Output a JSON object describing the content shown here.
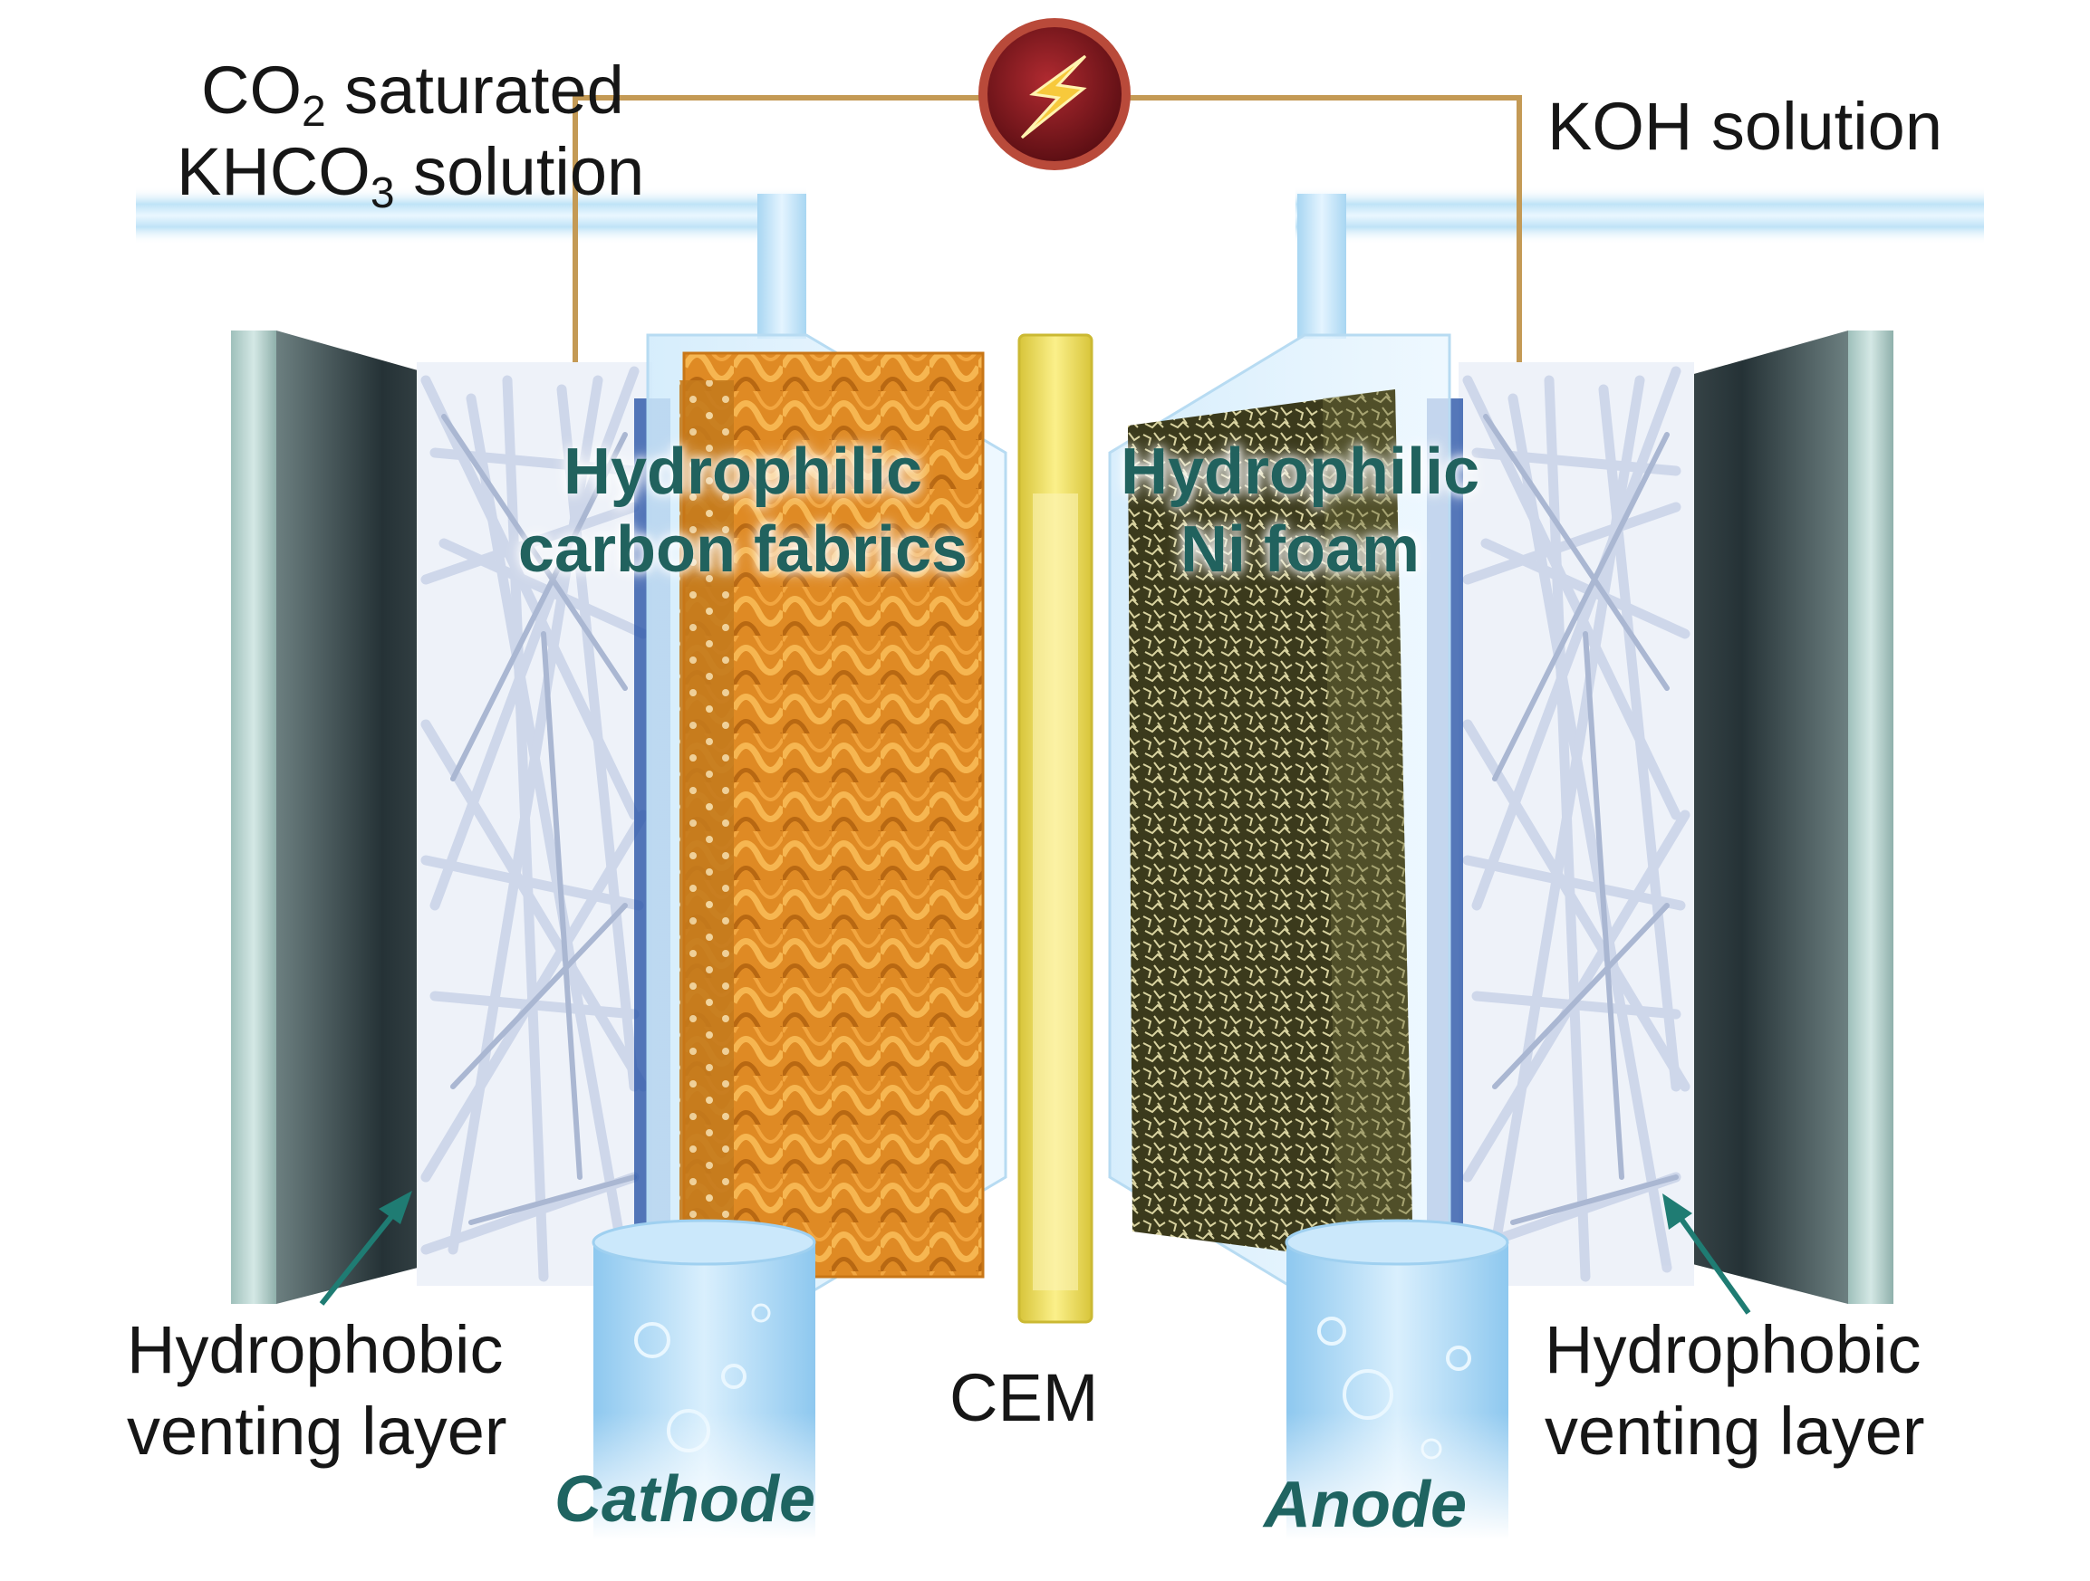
{
  "labels": {
    "co2_line1_prefix": "CO",
    "co2_line1_sub": "2",
    "co2_line1_suffix": " saturated",
    "co2_line2_prefix": "KHCO",
    "co2_line2_sub": "3",
    "co2_line2_suffix": " solution",
    "koh": "KOH solution",
    "cathode_material_line1": "Hydrophilic",
    "cathode_material_line2": "carbon fabrics",
    "anode_material_line1": "Hydrophilic",
    "anode_material_line2": "Ni foam",
    "left_layer_line1": "Hydrophobic",
    "left_layer_line2": "venting layer",
    "right_layer_line1": "Hydrophobic",
    "right_layer_line2": "venting layer",
    "membrane": "CEM",
    "cathode": "Cathode",
    "anode": "Anode"
  },
  "icons": {
    "power_source": "lightning-bolt-icon"
  },
  "colors": {
    "teal_text": "#21625e",
    "pipe": "#bfe3f7",
    "wire": "#c49a55",
    "carbon_fabric": "#e79a2c",
    "ni_foam": "#4d4a23",
    "membrane": "#f2e25a",
    "end_plate": "#a9c8c4",
    "fiber": "#cfd8ec",
    "power_red": "#8b1b22"
  }
}
